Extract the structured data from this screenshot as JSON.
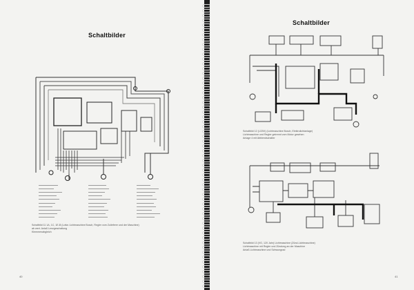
{
  "left_page": {
    "title": "Schaltbilder",
    "caption_lines": [
      "Schaltbild 11   1A, 1C, 1E-B (Lotta: Lichtmaschine Bosch, Regler vom Zulieferer und der Maschine)",
      "                 ab wert. Anlaß Lenzgeschaltung",
      "Klemmenabgleich"
    ],
    "page_number": "40"
  },
  "right_page": {
    "title": "Schaltbilder",
    "caption_top_lines": [
      "Schaltbild 12   (LCBV) (Lichtmaschine Bosch, Elektrolichtanlage)",
      "                 Lichtmaschine und Regler getrennt vom Motor gesehen",
      "                 Anlage 4 mit Abblendschalter"
    ],
    "caption_bottom_lines": [
      "Schaltbild 13   (VG, 120 Jahr) Lichtmaschine (Zünd-Lichtmaschine)",
      "                 Lichtmaschine mit Regler und Zündung an der Maschine",
      "                 Anlaß Lichtmaschine und Schwungrad"
    ],
    "page_number": "41"
  },
  "colors": {
    "paper": "#f3f3f1",
    "ink": "#111111",
    "spine": "#1e1e1e",
    "binding": "#d9d9d9"
  },
  "icons": {
    "binding": "spiral-binding-icon"
  }
}
